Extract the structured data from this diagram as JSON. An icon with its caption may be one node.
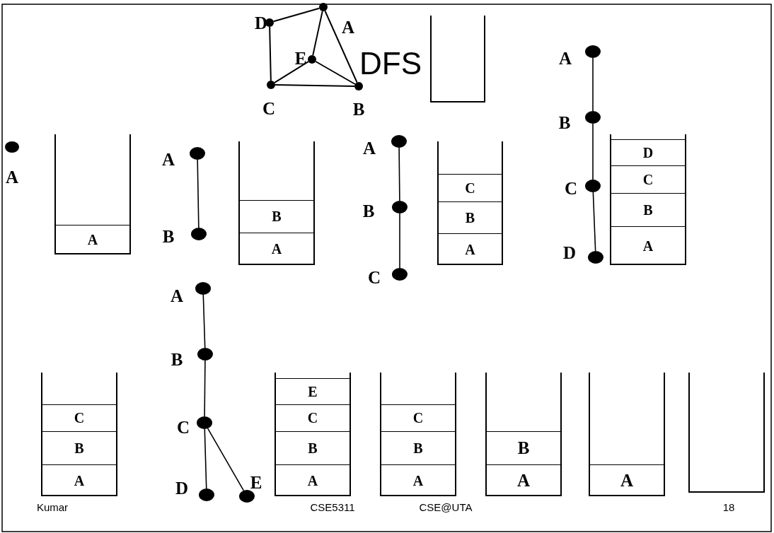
{
  "diagram": {
    "title": "DFS",
    "nodes": [
      {
        "text": [],
        "shape": "circle",
        "beside": [
          "D"
        ]
      },
      {
        "text": [],
        "shape": "circle",
        "beside": [
          "A"
        ]
      },
      {
        "text": [],
        "shape": "circle",
        "beside": [
          "E"
        ]
      },
      {
        "text": [],
        "shape": "circle",
        "beside": [
          "C"
        ]
      },
      {
        "text": [],
        "shape": "circle",
        "beside": [
          "B"
        ]
      },
      {
        "text": [],
        "shape": "box"
      },
      {
        "text": [],
        "shape": "circle",
        "beside": [
          "A"
        ]
      },
      {
        "text": [],
        "shape": "box"
      },
      {
        "text": [
          "A"
        ],
        "in": 7
      },
      {
        "text": [],
        "shape": "circle",
        "beside": [
          "A"
        ]
      },
      {
        "text": [],
        "shape": "circle",
        "beside": [
          "B"
        ]
      },
      {
        "text": [],
        "shape": "box"
      },
      {
        "text": [
          "B"
        ],
        "in": 11
      },
      {
        "text": [
          "A"
        ],
        "in": 11
      },
      {
        "text": [],
        "shape": "circle",
        "beside": [
          "A"
        ]
      },
      {
        "text": [],
        "shape": "circle",
        "beside": [
          "B"
        ]
      },
      {
        "text": [],
        "shape": "circle",
        "beside": [
          "C"
        ]
      },
      {
        "text": [],
        "shape": "box"
      },
      {
        "text": [
          "C"
        ],
        "in": 17
      },
      {
        "text": [
          "B"
        ],
        "in": 17
      },
      {
        "text": [
          "A"
        ],
        "in": 17
      },
      {
        "text": [],
        "shape": "circle",
        "beside": [
          "A"
        ]
      },
      {
        "text": [],
        "shape": "circle",
        "beside": [
          "B"
        ]
      },
      {
        "text": [],
        "shape": "circle",
        "beside": [
          "C"
        ]
      },
      {
        "text": [],
        "shape": "circle",
        "beside": [
          "D"
        ]
      },
      {
        "text": [],
        "shape": "box"
      },
      {
        "text": [
          "D"
        ],
        "in": 25
      },
      {
        "text": [
          "C"
        ],
        "in": 25
      },
      {
        "text": [
          "B"
        ],
        "in": 25
      },
      {
        "text": [
          "A"
        ],
        "in": 25
      },
      {
        "text": [],
        "shape": "box"
      },
      {
        "text": [
          "C"
        ],
        "in": 30
      },
      {
        "text": [
          "B"
        ],
        "in": 30
      },
      {
        "text": [
          "A"
        ],
        "in": 30
      },
      {
        "text": [],
        "shape": "circle",
        "beside": [
          "A"
        ]
      },
      {
        "text": [],
        "shape": "circle",
        "beside": [
          "B"
        ]
      },
      {
        "text": [],
        "shape": "circle",
        "beside": [
          "C"
        ]
      },
      {
        "text": [],
        "shape": "circle",
        "beside": [
          "D"
        ]
      },
      {
        "text": [],
        "shape": "circle",
        "beside": [
          "E"
        ]
      },
      {
        "text": [],
        "shape": "box"
      },
      {
        "text": [
          "E"
        ],
        "in": 39
      },
      {
        "text": [
          "C"
        ],
        "in": 39
      },
      {
        "text": [
          "B"
        ],
        "in": 39
      },
      {
        "text": [
          "A"
        ],
        "in": 39
      },
      {
        "text": [],
        "shape": "box"
      },
      {
        "text": [
          "C"
        ],
        "in": 44
      },
      {
        "text": [
          "B"
        ],
        "in": 44
      },
      {
        "text": [
          "A"
        ],
        "in": 44
      },
      {
        "text": [],
        "shape": "box"
      },
      {
        "text": [
          "B"
        ],
        "in": 48
      },
      {
        "text": [
          "A"
        ],
        "in": 48
      },
      {
        "text": [],
        "shape": "box"
      },
      {
        "text": [
          "A"
        ],
        "in": 51
      },
      {
        "text": [],
        "shape": "box"
      }
    ],
    "edges": [
      {
        "from": 0,
        "to": 1,
        "arrow": "none"
      },
      {
        "from": 1,
        "to": 2,
        "arrow": "none"
      },
      {
        "from": 1,
        "to": 4,
        "arrow": "none"
      },
      {
        "from": 0,
        "to": 3,
        "arrow": "none"
      },
      {
        "from": 3,
        "to": 2,
        "arrow": "none"
      },
      {
        "from": 2,
        "to": 4,
        "arrow": "none"
      },
      {
        "from": 3,
        "to": 4,
        "arrow": "none"
      },
      {
        "from": 9,
        "to": 10,
        "arrow": "none"
      },
      {
        "from": 14,
        "to": 15,
        "arrow": "none"
      },
      {
        "from": 15,
        "to": 16,
        "arrow": "none"
      },
      {
        "from": 21,
        "to": 22,
        "arrow": "none"
      },
      {
        "from": 22,
        "to": 23,
        "arrow": "none"
      },
      {
        "from": 23,
        "to": 24,
        "arrow": "none"
      },
      {
        "from": 34,
        "to": 35,
        "arrow": "none"
      },
      {
        "from": 35,
        "to": 36,
        "arrow": "none"
      },
      {
        "from": 36,
        "to": 37,
        "arrow": "none"
      },
      {
        "from": 36,
        "to": 38,
        "arrow": "none"
      }
    ],
    "labels": [
      "Kumar",
      "CSE5311",
      "CSE@UTA",
      "18"
    ]
  }
}
